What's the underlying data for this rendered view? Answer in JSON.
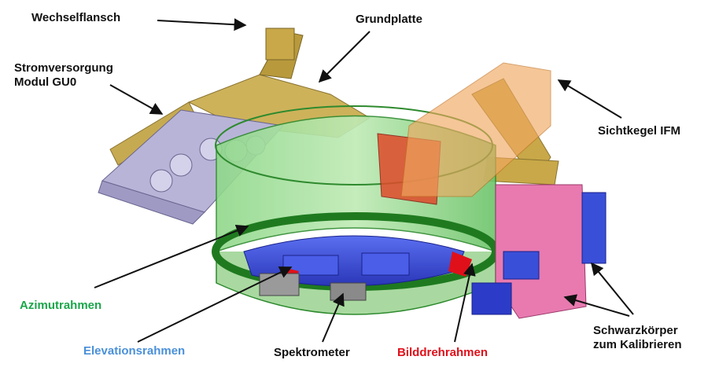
{
  "labels": {
    "wechselflansch": "Wechselflansch",
    "grundplatte": "Grundplatte",
    "stromversorgung_line1": "Stromversorgung",
    "stromversorgung_line2": "Modul GU0",
    "sichtkegel": "Sichtkegel IFM",
    "azimutrahmen": "Azimutrahmen",
    "elevationsrahmen": "Elevationsrahmen",
    "spektrometer": "Spektrometer",
    "bilddrehrahmen": "Bilddrehrahmen",
    "schwarzkoerper_line1": "Schwarzkörper",
    "schwarzkoerper_line2": "zum Kalibrieren"
  },
  "colors": {
    "azimut_frame": "#3fbf3f",
    "elevation_frame": "#3a4fd8",
    "image_rotation": "#e0101a",
    "blackbody": "#e87ab0",
    "view_cone": "#f0a860",
    "power_module": "#b8b4d8",
    "mount": "#c8a848"
  }
}
